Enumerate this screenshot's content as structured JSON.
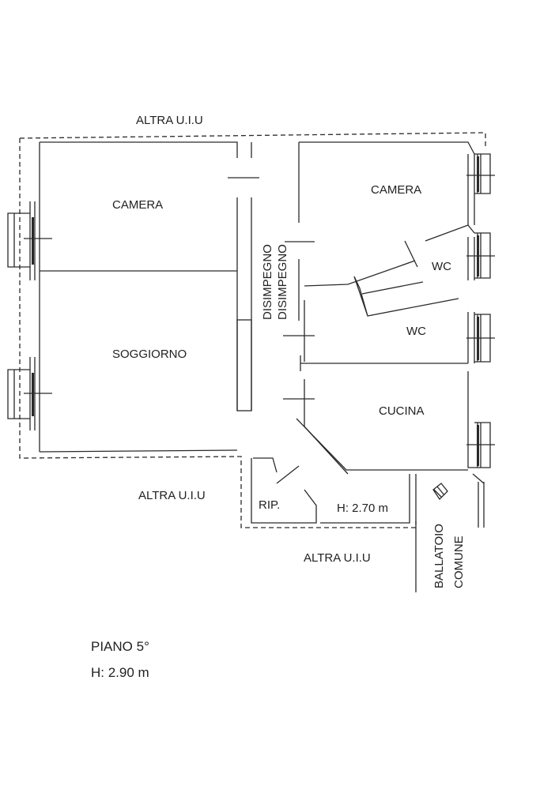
{
  "labels": {
    "altra_top": "ALTRA U.I.U",
    "altra_mid": "ALTRA U.I.U",
    "altra_bottom": "ALTRA U.I.U",
    "camera_left": "CAMERA",
    "camera_right": "CAMERA",
    "soggiorno": "SOGGIORNO",
    "disimpegno_1": "DISIMPEGNO",
    "disimpegno_2": "DISIMPEGNO",
    "wc_upper": "WC",
    "wc_lower": "WC",
    "cucina": "CUCINA",
    "rip": "RIP.",
    "height_local": "H: 2.70 m",
    "ballatoio": "BALLATOIO",
    "comune": "COMUNE",
    "piano": "PIANO 5°",
    "height_floor": "H: 2.90 m"
  },
  "colors": {
    "line": "#2a2a2a",
    "background": "#ffffff"
  }
}
